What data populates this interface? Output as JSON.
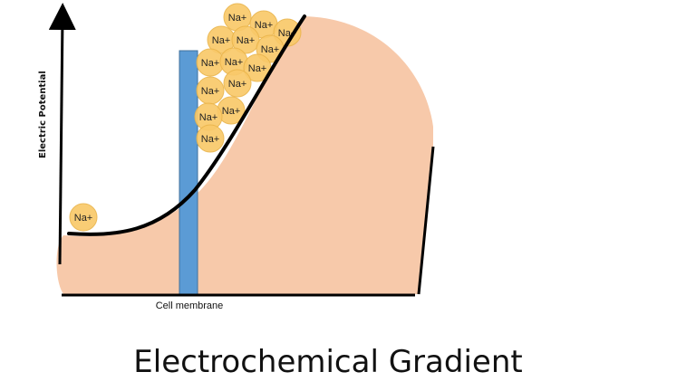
{
  "title": "Electrochemical Gradient",
  "y_axis_label": "Electric Potential",
  "membrane_label": "Cell membrane",
  "ion_label": "Na+",
  "colors": {
    "region_fill": "#f7c9aa",
    "membrane": "#5b9bd5",
    "ion_fill": "#f9c96a",
    "curve": "#000000"
  }
}
